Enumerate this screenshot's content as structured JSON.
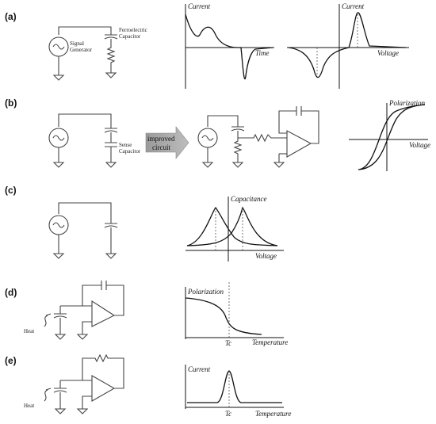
{
  "panels": [
    {
      "label": "(a)",
      "circuit": {
        "source_label": "Signal Generator",
        "capacitor_label": "Ferroelectric Capacitor"
      },
      "plots": [
        {
          "ylabel": "Current",
          "xlabel": "Time"
        },
        {
          "ylabel": "Current",
          "xlabel": "Voltage"
        }
      ]
    },
    {
      "label": "(b)",
      "circuit": {
        "capacitor_label": "Sense Capacitor"
      },
      "arrow_label": "improved circuit",
      "plots": [
        {
          "ylabel": "Polarization",
          "xlabel": "Voltage"
        }
      ]
    },
    {
      "label": "(c)",
      "plots": [
        {
          "ylabel": "Capacitance",
          "xlabel": "Voltage"
        }
      ]
    },
    {
      "label": "(d)",
      "heat_label": "Heat",
      "plots": [
        {
          "ylabel": "Polarization",
          "xlabel": "Temperature",
          "marker": "Tc"
        }
      ]
    },
    {
      "label": "(e)",
      "heat_label": "Heat",
      "plots": [
        {
          "ylabel": "Current",
          "xlabel": "Temperature",
          "marker": "Tc"
        }
      ]
    }
  ]
}
